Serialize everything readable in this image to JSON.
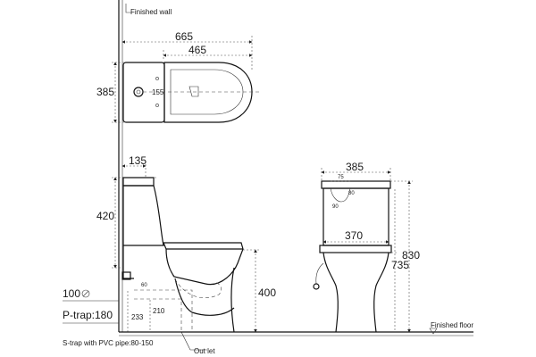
{
  "labels": {
    "finished_wall": "Finished wall",
    "finished_floor": "Finished floor",
    "out_let": "Out let",
    "s_trap_note": "S-trap with PVC pipe:80-150",
    "p_trap": "P-trap:180",
    "floor_outlet": "100"
  },
  "dimensions": {
    "top_length_total": "665",
    "top_length_bowl": "465",
    "top_width": "385",
    "top_hole_spacing": "155",
    "side_tank_depth": "135",
    "side_tank_height": "420",
    "side_seat_height": "400",
    "side_outlet_233": "233",
    "side_outlet_210": "210",
    "side_small_60": "60",
    "front_tank_width": "385",
    "front_seat_width": "370",
    "front_height_total": "830",
    "front_height_seat": "735",
    "front_inlet_75": "75",
    "front_inlet_80": "80",
    "front_inlet_90": "90"
  },
  "colors": {
    "line": "#111111",
    "background": "#ffffff"
  }
}
